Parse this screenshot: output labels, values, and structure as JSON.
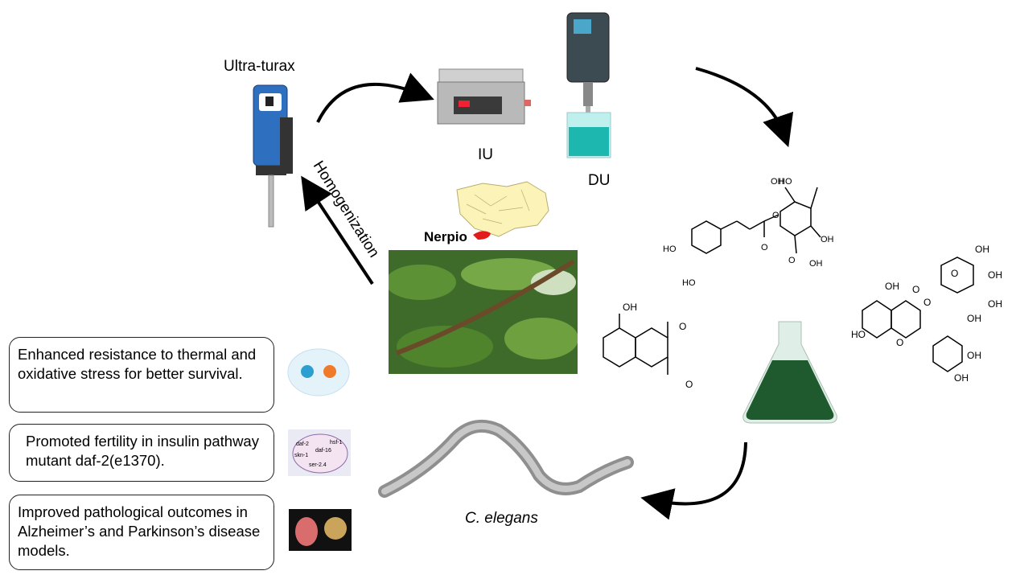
{
  "labels": {
    "ultra_turax": "Ultra-turax",
    "iu": "IU",
    "du": "DU",
    "homogenization": "Homogenization",
    "nerpio": "Nerpio",
    "c_elegans": "C. elegans"
  },
  "outcomes": [
    {
      "text": "Enhanced  resistance to thermal and oxidative stress for better survival."
    },
    {
      "text": "Promoted fertility in insulin pathway mutant  daf-2(e1370)."
    },
    {
      "text": "Improved pathological outcomes in Alzheimer’s  and Parkinson’s disease models."
    }
  ],
  "icons": {
    "stress": "stress-cell-icon",
    "insulin": "insulin-pathway-icon",
    "neuro": "neurodegeneration-icon"
  },
  "molecules": {
    "chlorogenic_acid_atoms": [
      "HO",
      "OH",
      "O",
      "O",
      "OH",
      "HO",
      "HO",
      "O",
      "OH"
    ],
    "juglone_atoms": [
      "OH",
      "O",
      "O"
    ],
    "quercetin_glucoside_atoms": [
      "OH",
      "O",
      "OH",
      "OH",
      "OH",
      "OH",
      "O",
      "O",
      "HO",
      "O",
      "OH",
      "OH"
    ]
  },
  "pathway_labels": [
    "daf-2",
    "daf-16",
    "skn-1",
    "hsf-1",
    "ser-2.4"
  ],
  "colors": {
    "arrow": "#000000",
    "extract_green": "#1f5a2e",
    "nerpio_red": "#e21b1b",
    "map_yellow": "#fbf3b7"
  }
}
